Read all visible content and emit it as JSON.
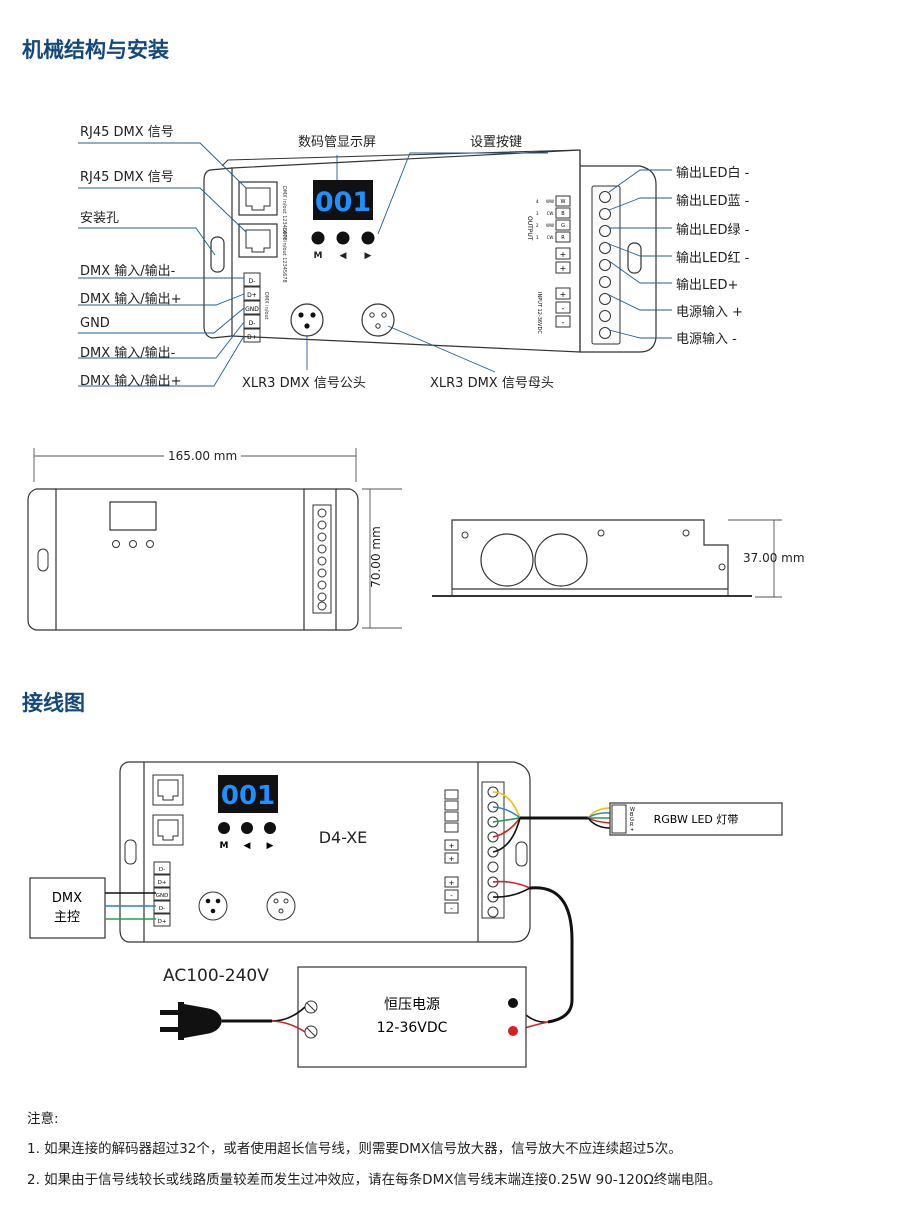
{
  "sections": {
    "structure_title": "机械结构与安装",
    "wiring_title": "接线图"
  },
  "structure": {
    "left_labels": [
      "RJ45 DMX 信号",
      "RJ45 DMX 信号",
      "安装孔",
      "DMX 输入/输出-",
      "DMX 输入/输出+",
      "GND",
      "DMX 输入/输出-",
      "DMX 输入/输出+"
    ],
    "top_labels": [
      "数码管显示屏",
      "设置按键"
    ],
    "right_labels": [
      "输出LED白 -",
      "输出LED蓝 -",
      "输出LED绿 -",
      "输出LED红 -",
      "输出LED+",
      "电源输入 +",
      "电源输入 -"
    ],
    "bottom_labels": [
      "XLR3 DMX 信号公头",
      "XLR3 DMX 信号母头"
    ],
    "display_text": "001",
    "button_labels": [
      "M",
      "◀",
      "▶"
    ],
    "terminal_labels": [
      "D-",
      "D+",
      "GND",
      "D-",
      "D+"
    ],
    "rj45_text": "DMX in/out 1 2 3 4 5 6 7 8",
    "terminal_side_text": "DMX in/out",
    "output_block_text": "OUTPUT",
    "output_rows": [
      [
        "W",
        "WW",
        "W"
      ],
      [
        "B",
        "CW",
        "B"
      ],
      [
        "G",
        "WW",
        "G"
      ],
      [
        "R",
        "CW",
        "R"
      ]
    ],
    "output_numbers": [
      "4",
      "3",
      "2",
      "1"
    ],
    "plus_minus": [
      "+",
      "+",
      "+",
      "-",
      "-"
    ],
    "input_block_text": "INPUT 12-36VDC"
  },
  "dimensions": {
    "width": "165.00 mm",
    "height": "70.00 mm",
    "depth": "37.00 mm"
  },
  "wiring": {
    "model": "D4-XE",
    "display_text": "001",
    "controller_lines": [
      "DMX",
      "主控"
    ],
    "strip_label": "RGBW LED 灯带",
    "strip_pins": [
      "W",
      "B",
      "G",
      "R",
      "+"
    ],
    "ac_label": "AC100-240V",
    "psu_lines": [
      "恒压电源",
      "12-36VDC"
    ]
  },
  "notes": {
    "title": "注意:",
    "items": [
      "1. 如果连接的解码器超过32个，或者使用超长信号线，则需要DMX信号放大器，信号放大不应连续超过5次。",
      "2. 如果由于信号线较长或线路质量较差而发生过冲效应，请在每条DMX信号线末端连接0.25W 90-120Ω终端电阻。"
    ]
  },
  "colors": {
    "heading": "#14487c",
    "display_digits": "#1e90ff",
    "wire_yellow": "#e8c400",
    "wire_blue": "#2a7fd4",
    "wire_green": "#22a045",
    "wire_red": "#d42020",
    "wire_black": "#111111"
  }
}
